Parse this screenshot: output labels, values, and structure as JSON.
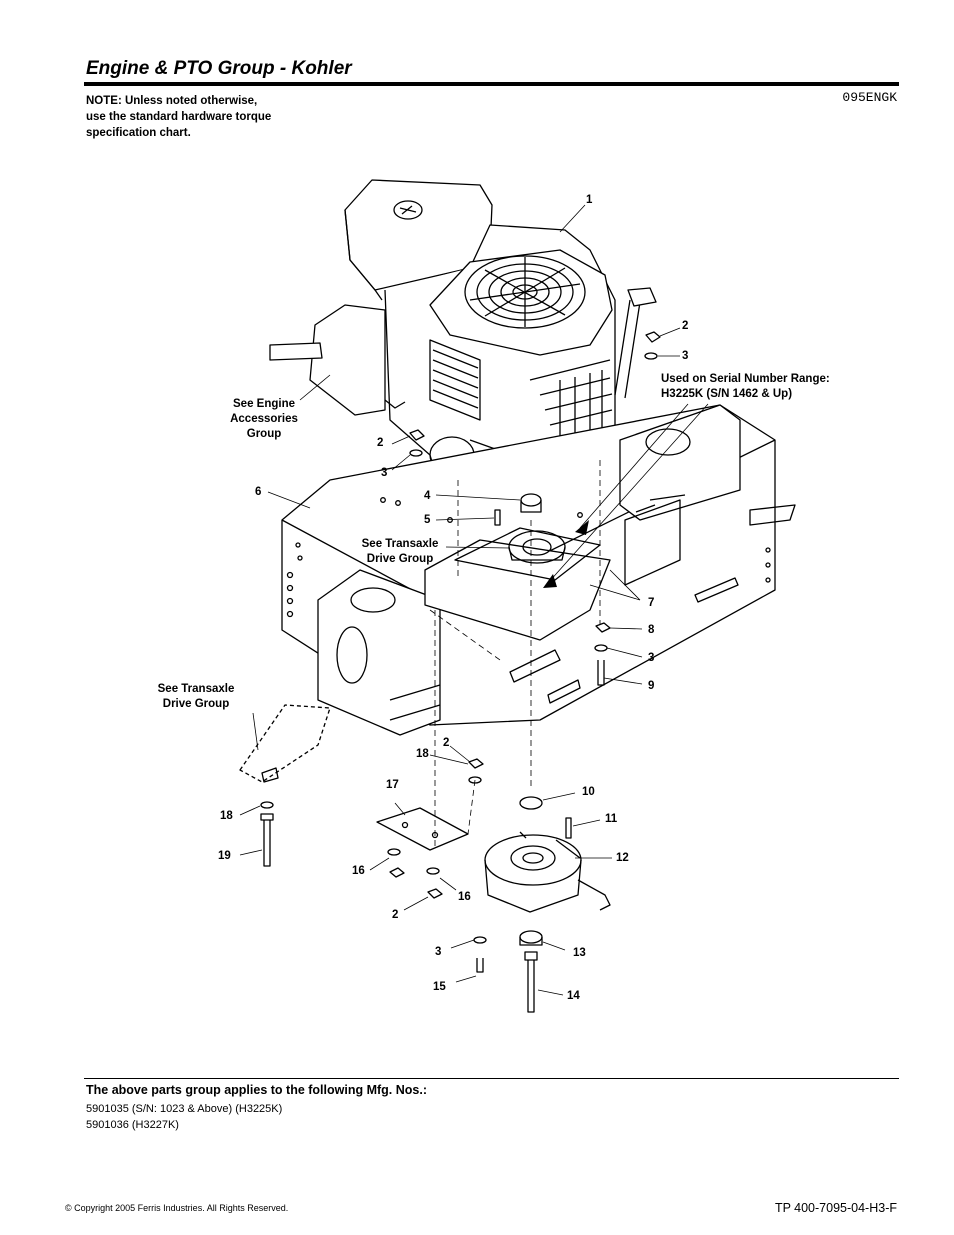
{
  "header": {
    "title": "Engine & PTO Group - Kohler",
    "note_lines": [
      "NOTE: Unless noted otherwise,",
      "use the standard hardware torque",
      "specification chart."
    ],
    "page_code": "095ENGK"
  },
  "callouts": {
    "c1": "1",
    "c2a": "2",
    "c3a": "3",
    "c2b": "2",
    "c3b": "3",
    "c4": "4",
    "c5": "5",
    "c6": "6",
    "c7": "7",
    "c8": "8",
    "c3c": "3",
    "c9": "9",
    "c18a": "18",
    "c2c": "2",
    "c17": "17",
    "c10": "10",
    "c11": "11",
    "c12": "12",
    "c18b": "18",
    "c19": "19",
    "c16a": "16",
    "c16b": "16",
    "c2d": "2",
    "c3d": "3",
    "c13": "13",
    "c15": "15",
    "c14": "14"
  },
  "references": {
    "engine_accessories": [
      "See Engine",
      "Accessories",
      "Group"
    ],
    "transaxle_upper": [
      "See Transaxle",
      "Drive Group"
    ],
    "transaxle_left": [
      "See Transaxle",
      "Drive Group"
    ],
    "serial_range": [
      "Used on Serial Number Range:",
      "H3225K (S/N 1462 & Up)"
    ]
  },
  "footer": {
    "applies_heading": "The above parts group applies to the following Mfg. Nos.:",
    "mfg_numbers": [
      "5901035 (S/N: 1023 & Above) (H3225K)",
      "5901036 (H3227K)"
    ],
    "copyright": "© Copyright  2005 Ferris Industries. All Rights Reserved.",
    "doc_id": "TP 400-7095-04-H3-F"
  }
}
